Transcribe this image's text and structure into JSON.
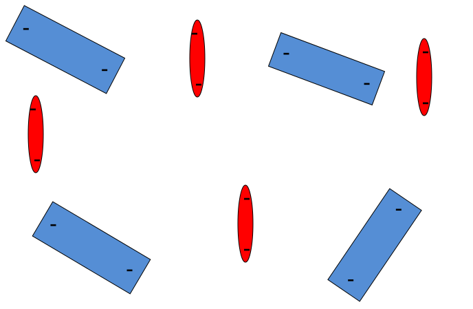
{
  "colors": {
    "background": "#ffffff",
    "rectangle_fill": "#558ed5",
    "ellipse_fill": "#ff0000",
    "outline": "#000000",
    "mark": "#000000"
  },
  "shapes": {
    "rectangles": 4,
    "ellipses": 4,
    "marks_per_shape": 2,
    "mark_symbol": "minus"
  }
}
